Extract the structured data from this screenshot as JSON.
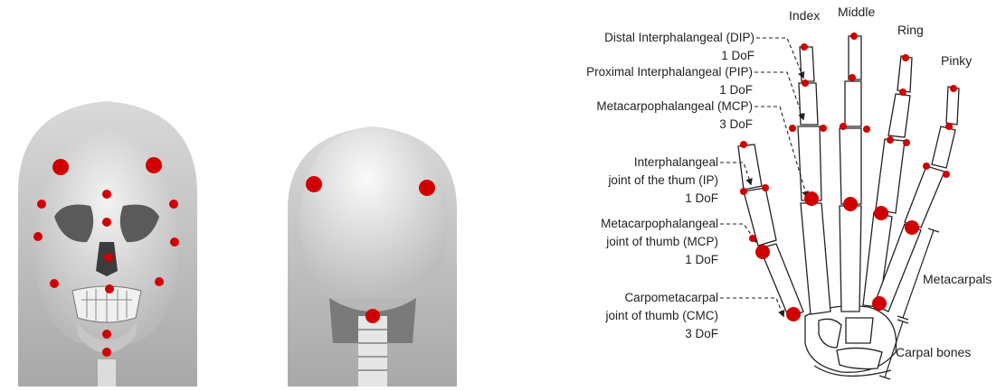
{
  "hand": {
    "fingers": {
      "index": "Index",
      "middle": "Middle",
      "ring": "Ring",
      "pinky": "Pinky"
    },
    "joints": {
      "dip_name": "Distal Interphalangeal (DIP)",
      "dip_dof": "1 DoF",
      "pip_name": "Proximal Interphalangeal (PIP)",
      "pip_dof": "1 DoF",
      "mcp_name": "Metacarpophalangeal (MCP)",
      "mcp_dof": "3 DoF",
      "ip_line1": "Interphalangeal",
      "ip_line2": "joint of the thum (IP)",
      "ip_dof": "1 DoF",
      "tmcp_line1": "Metacarpophalangeal",
      "tmcp_line2": "joint of thumb (MCP)",
      "tmcp_dof": "1 DoF",
      "cmc_line1": "Carpometacarpal",
      "cmc_line2": "joint of thumb (CMC)",
      "cmc_dof": "3 DoF"
    },
    "bones": {
      "metacarpals": "Metacarpals",
      "carpal": "Carpal bones"
    }
  },
  "colors": {
    "marker": "#d10000",
    "skull": "#cfcfcf",
    "head_bg": "#bdbdbd",
    "outline": "#222222"
  }
}
